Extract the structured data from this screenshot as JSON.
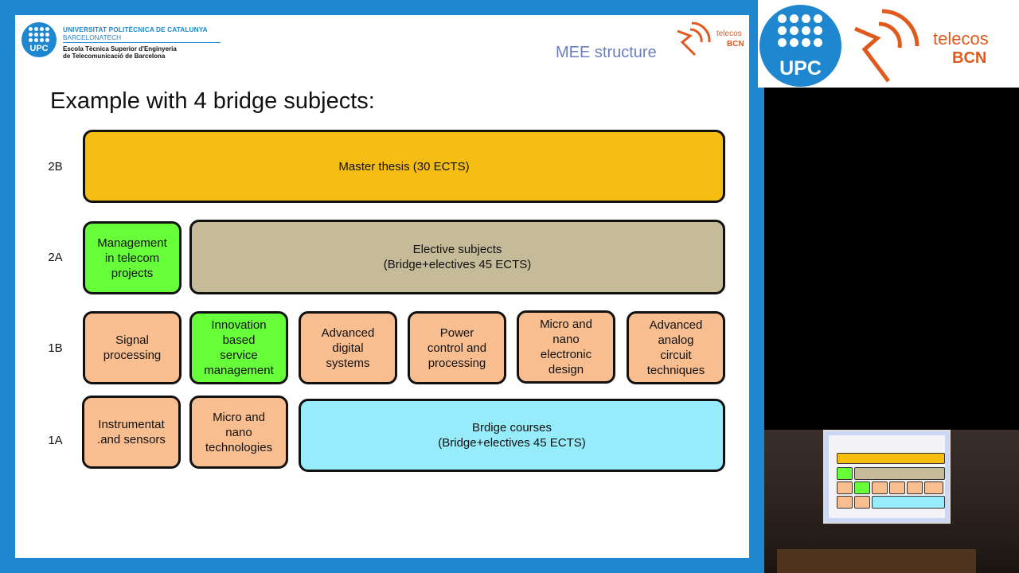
{
  "university": {
    "logo_word": "UPC",
    "name": "UNIVERSITAT POLITÈCNICA DE CATALUNYA",
    "sub": "BARCELONATECH",
    "school_line1": "Escola Tècnica Superior d'Enginyeria",
    "school_line2": "de Telecomunicació de Barcelona"
  },
  "telecos": {
    "word": "telecos",
    "city": "BCN",
    "color": "#e05a1e"
  },
  "section_label": "MEE structure",
  "slide_title": "Example with 4 bridge subjects:",
  "rows": [
    {
      "label": "2B",
      "cells": [
        {
          "text": "Master thesis (30 ECTS)",
          "color": "gold"
        }
      ]
    },
    {
      "label": "2A",
      "cells": [
        {
          "text": "Management\nin telecom\nprojects",
          "color": "green"
        },
        {
          "text": "Elective subjects\n(Bridge+electives 45 ECTS)",
          "color": "tan"
        }
      ]
    },
    {
      "label": "1B",
      "cells": [
        {
          "text": "Signal\nprocessing",
          "color": "orange"
        },
        {
          "text": "Innovation\nbased\nservice\nmanagement",
          "color": "green"
        },
        {
          "text": "Advanced\ndigital\nsystems",
          "color": "orange"
        },
        {
          "text": "Power\ncontrol and\nprocessing",
          "color": "orange"
        },
        {
          "text": "Micro and\nnano\nelectronic\ndesign",
          "color": "orange"
        },
        {
          "text": "Advanced\nanalog\ncircuit\ntechniques",
          "color": "orange"
        }
      ]
    },
    {
      "label": "1A",
      "cells": [
        {
          "text": "Instrumentat\n.and sensors",
          "color": "orange"
        },
        {
          "text": "Micro and\nnano\ntechnologies",
          "color": "orange"
        },
        {
          "text": "Brdige courses\n(Bridge+electives 45 ECTS)",
          "color": "cyan"
        }
      ]
    }
  ],
  "colors": {
    "background": "#1e87cf",
    "brand_blue": "#1e87cf",
    "gold": "#f5bd12",
    "green": "#66ff3a",
    "orange": "#f9be90",
    "tan": "#c5bb98",
    "cyan": "#96ecfa"
  }
}
